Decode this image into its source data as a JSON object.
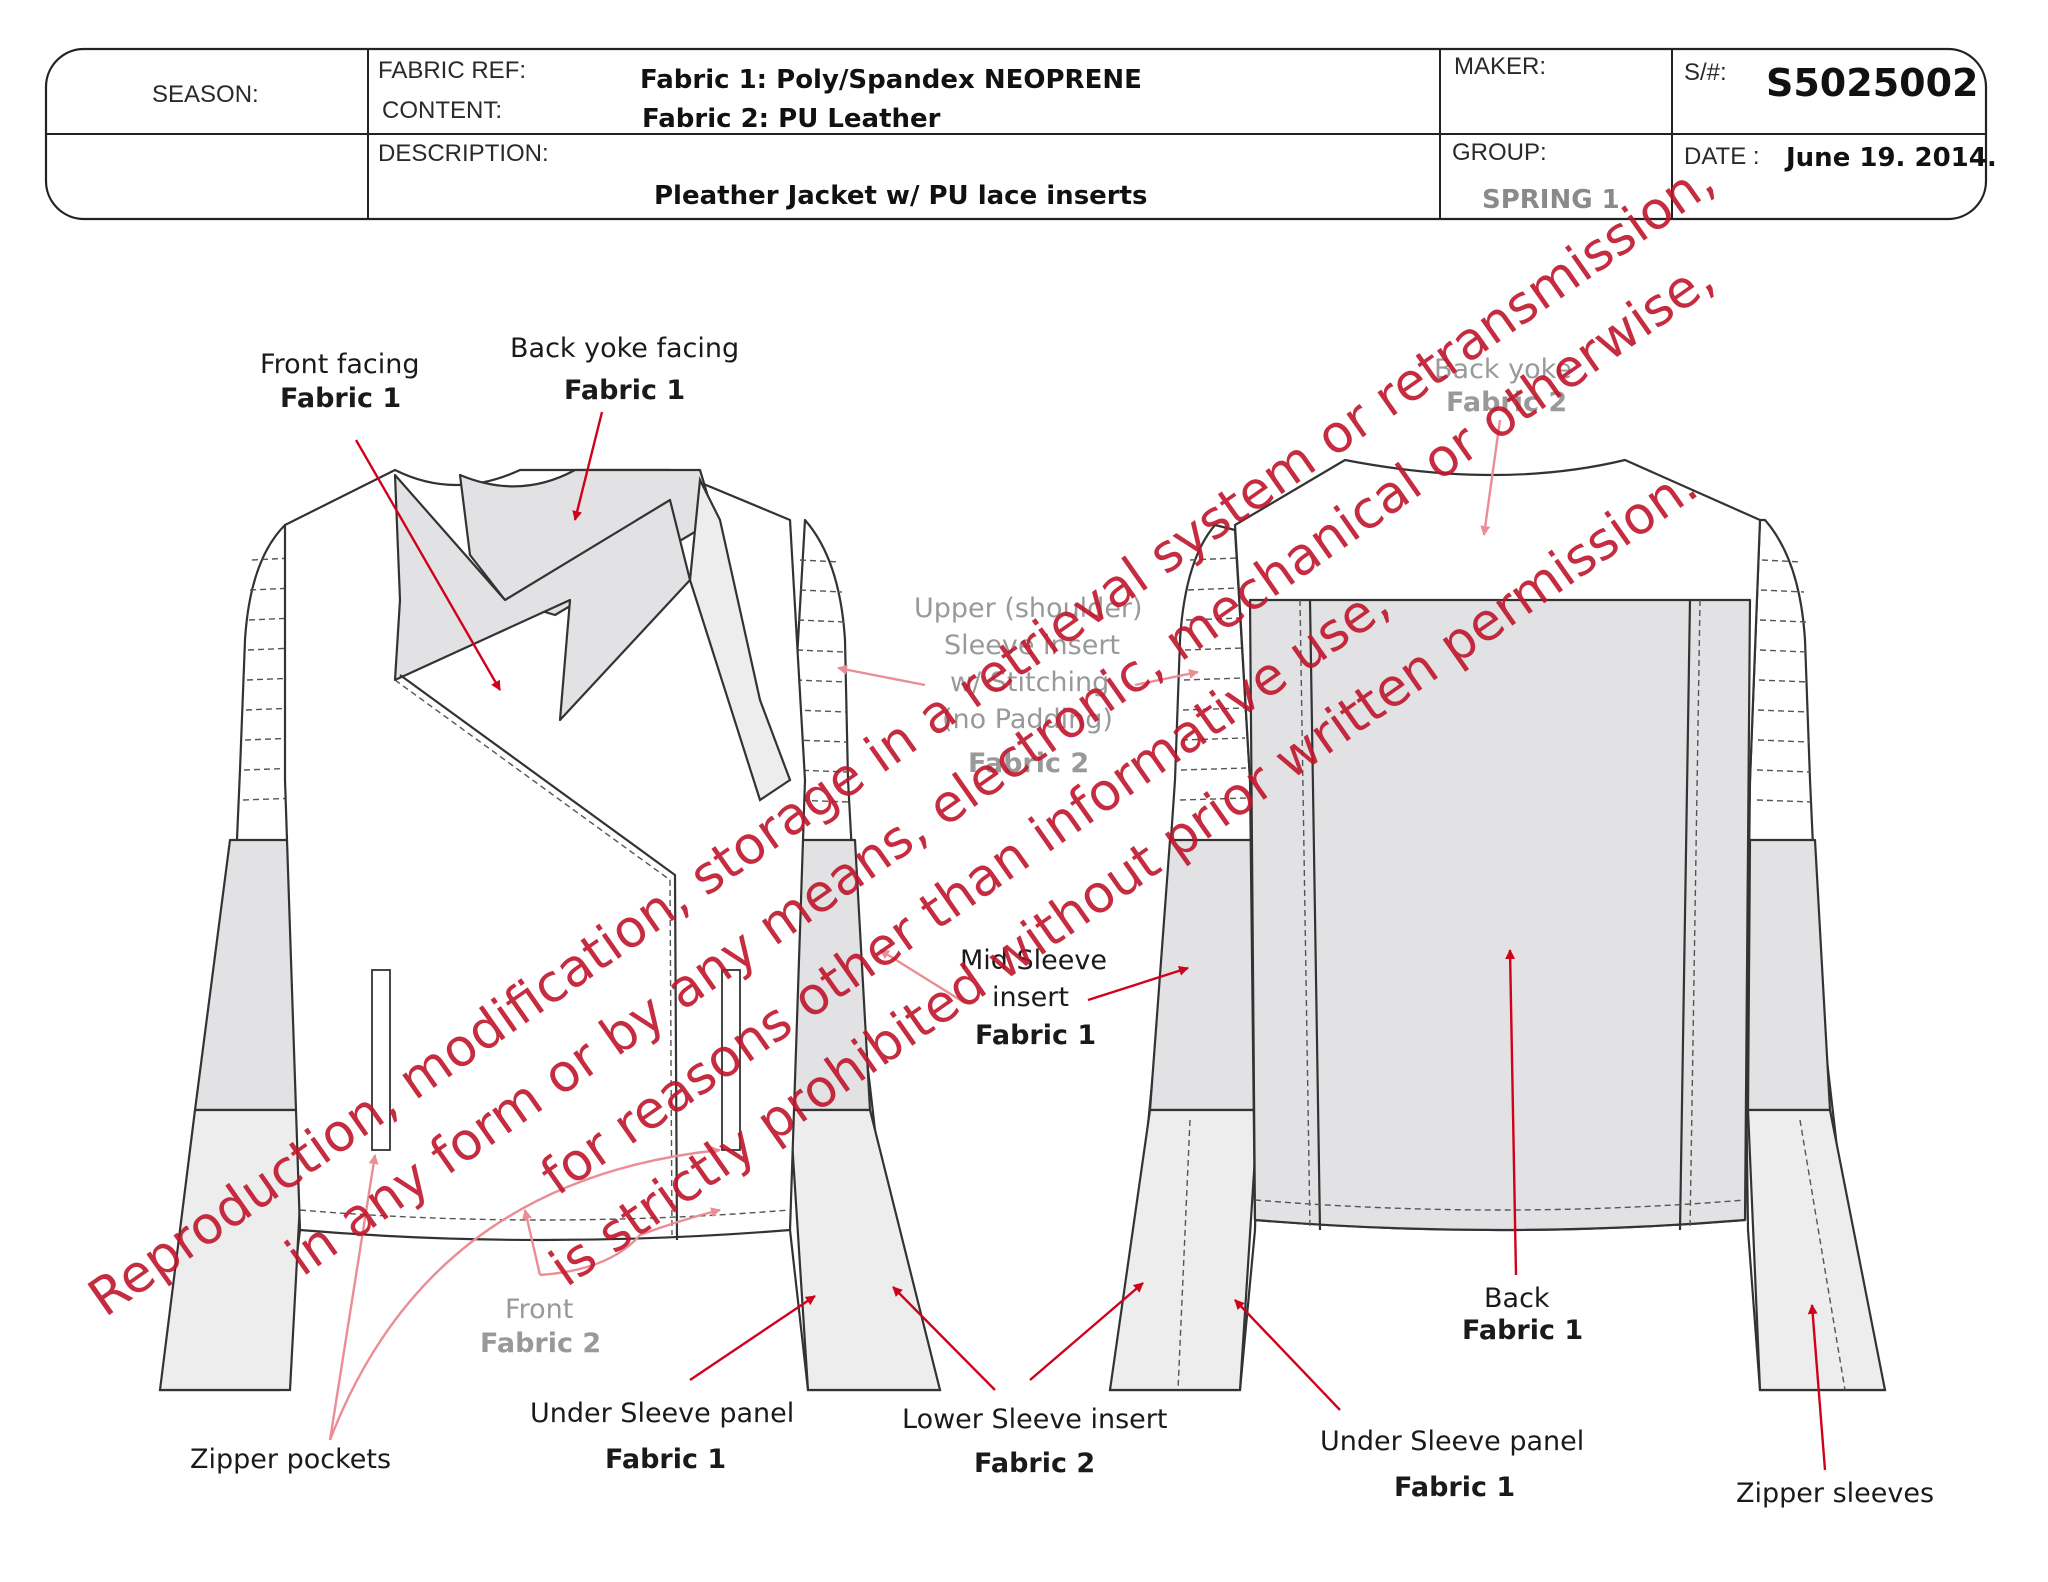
{
  "header": {
    "season_key": "SEASON:",
    "fabric_ref_key": "FABRIC REF:",
    "content_key": "CONTENT:",
    "fabric1_value": "Fabric 1: Poly/Spandex NEOPRENE",
    "fabric2_value": "Fabric 2: PU Leather",
    "maker_key": "MAKER:",
    "sn_key": "S/#:",
    "sn_value": "S5025002",
    "description_key": "DESCRIPTION:",
    "description_value": "Pleather Jacket w/ PU lace inserts",
    "group_key": "GROUP:",
    "group_value": "SPRING 1",
    "date_key": "DATE :",
    "date_value": "June 19. 2014."
  },
  "labels": {
    "front_facing": "Front facing",
    "front_facing_fabric": "Fabric 1",
    "back_yoke_facing": "Back yoke facing",
    "back_yoke_facing_fabric": "Fabric 1",
    "back_yoke": "Back yoke",
    "back_yoke_fabric": "Fabric 2",
    "upper_sleeve_1": "Upper (shoulder)",
    "upper_sleeve_2": "Sleeve insert",
    "upper_sleeve_3": "w/ Stitching",
    "upper_sleeve_4": "(no Padding)",
    "upper_sleeve_fabric": "Fabric 2",
    "mid_sleeve_1": "Mid Sleeve",
    "mid_sleeve_2": "insert",
    "mid_sleeve_fabric": "Fabric 1",
    "front": "Front",
    "front_fabric": "Fabric 2",
    "under_sleeve_front": "Under Sleeve panel",
    "under_sleeve_front_fabric": "Fabric 1",
    "lower_sleeve": "Lower Sleeve insert",
    "lower_sleeve_fabric": "Fabric 2",
    "under_sleeve_back": "Under Sleeve panel",
    "under_sleeve_back_fabric": "Fabric 1",
    "back": "Back",
    "back_fabric": "Fabric 1",
    "zipper_pockets": "Zipper pockets",
    "zipper_sleeves": "Zipper sleeves"
  },
  "watermark": {
    "line1": "Reproduction, modification, storage in a retrieval system or retransmission,",
    "line2": "in any form or by any means, electronic, mechanical or otherwise,",
    "line3": "for reasons other than informative use,",
    "line4": "is strictly prohibited without prior written permission."
  },
  "colors": {
    "arrow": "#d0021b",
    "arrow_faded": "#ea8d95",
    "watermark": "#c0152a",
    "panel_grey": "#e2e2e4"
  }
}
